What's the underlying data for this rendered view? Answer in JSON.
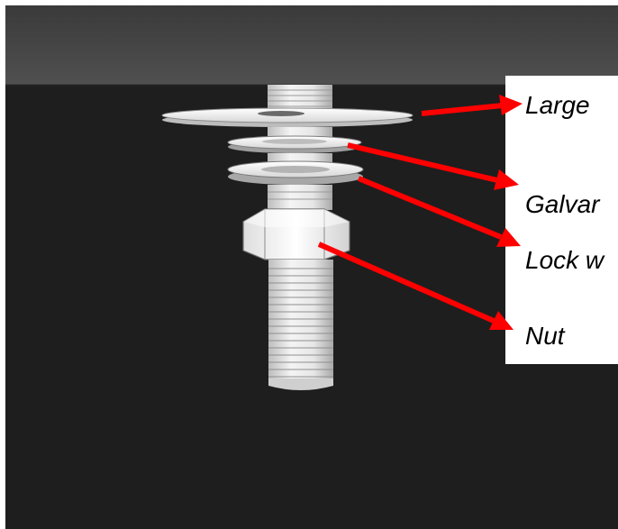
{
  "callouts": {
    "large_washer": "Large",
    "galvanized_washer": "Galvar",
    "lock_washer": "Lock w",
    "nut": "Nut"
  },
  "colors": {
    "background_dark": "#1e1e1e",
    "ceiling_top": "#3c3c3c",
    "ceiling_bottom": "#4e4e4e",
    "arrow": "#ff0000",
    "metal_light": "#f2f2f2",
    "metal_shade": "#c8c8c8",
    "label_panel": "#ffffff"
  }
}
